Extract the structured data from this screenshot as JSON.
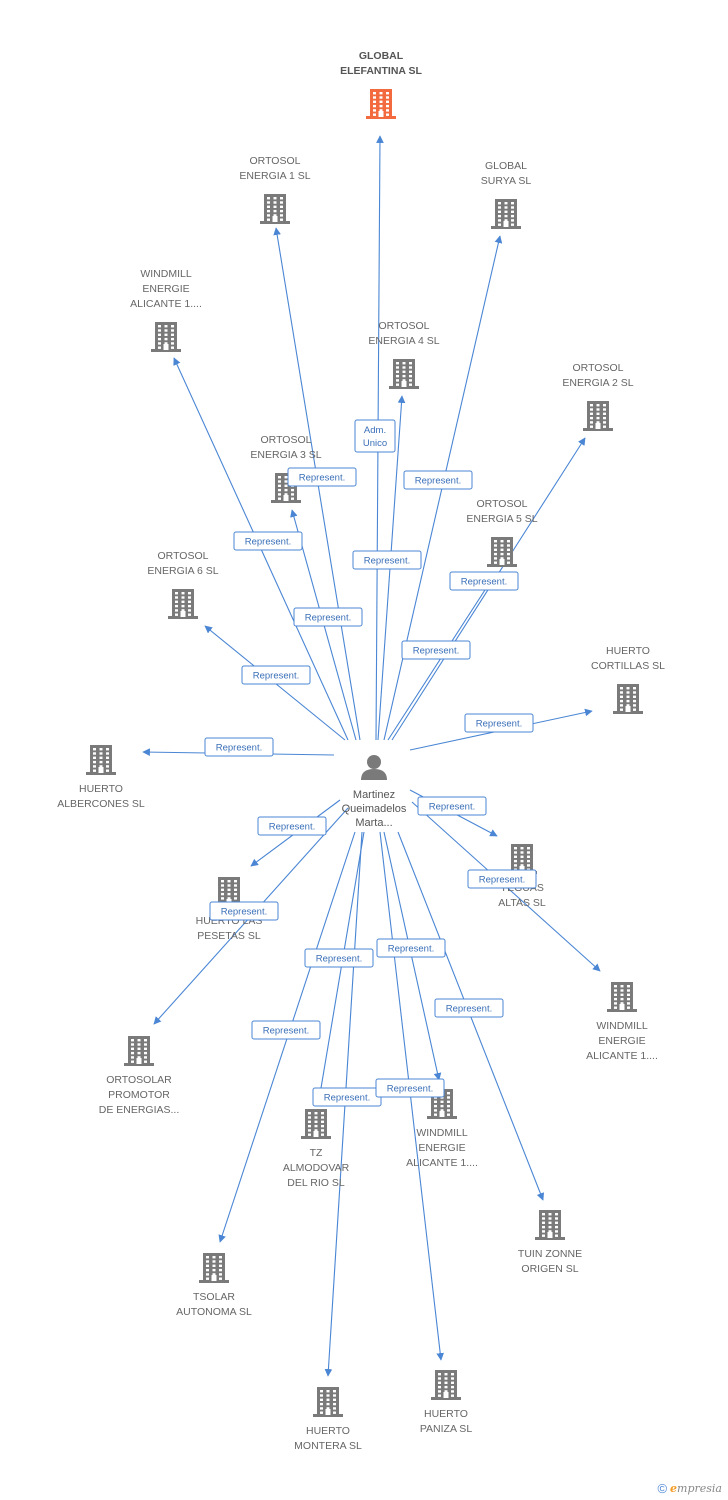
{
  "diagram": {
    "center_person": {
      "lines": [
        "Martinez",
        "Queimadelos",
        "Marta..."
      ]
    },
    "companies": [
      {
        "id": "global-elefantina",
        "lines": [
          "GLOBAL",
          "ELEFANTINA SL"
        ],
        "highlight": true
      },
      {
        "id": "ortosol-1",
        "lines": [
          "ORTOSOL",
          "ENERGIA 1 SL"
        ]
      },
      {
        "id": "global-surya",
        "lines": [
          "GLOBAL",
          "SURYA SL"
        ]
      },
      {
        "id": "windmill-alicante-a",
        "lines": [
          "WINDMILL",
          "ENERGIE",
          "ALICANTE 1...."
        ]
      },
      {
        "id": "ortosol-4",
        "lines": [
          "ORTOSOL",
          "ENERGIA 4 SL"
        ]
      },
      {
        "id": "ortosol-2",
        "lines": [
          "ORTOSOL",
          "ENERGIA 2 SL"
        ]
      },
      {
        "id": "ortosol-3",
        "lines": [
          "ORTOSOL",
          "ENERGIA 3 SL"
        ]
      },
      {
        "id": "ortosol-5",
        "lines": [
          "ORTOSOL",
          "ENERGIA 5 SL"
        ]
      },
      {
        "id": "ortosol-6",
        "lines": [
          "ORTOSOL",
          "ENERGIA 6 SL"
        ]
      },
      {
        "id": "huerto-cortillas",
        "lines": [
          "HUERTO",
          "CORTILLAS SL"
        ]
      },
      {
        "id": "huerto-albercones",
        "lines": [
          "HUERTO",
          "ALBERCONES SL"
        ]
      },
      {
        "id": "huerto-las-pesetas",
        "lines": [
          "HUERTO LAS",
          "PESETAS SL"
        ]
      },
      {
        "id": "yeguas-altas",
        "lines": [
          "YEGUAS",
          "ALTAS SL"
        ]
      },
      {
        "id": "ortosolar-promotor",
        "lines": [
          "ORTOSOLAR",
          "PROMOTOR",
          "DE ENERGIAS..."
        ]
      },
      {
        "id": "windmill-alicante-b",
        "lines": [
          "WINDMILL",
          "ENERGIE",
          "ALICANTE 1...."
        ]
      },
      {
        "id": "windmill-alicante-c",
        "lines": [
          "WINDMILL",
          "ENERGIE",
          "ALICANTE 1...."
        ]
      },
      {
        "id": "tz-almodovar",
        "lines": [
          "TZ",
          "ALMODOVAR",
          "DEL RIO SL"
        ]
      },
      {
        "id": "tuin-zonne",
        "lines": [
          "TUIN ZONNE",
          "ORIGEN SL"
        ]
      },
      {
        "id": "tsolar-autonoma",
        "lines": [
          "TSOLAR",
          "AUTONOMA  SL"
        ]
      },
      {
        "id": "huerto-montera",
        "lines": [
          "HUERTO",
          "MONTERA SL"
        ]
      },
      {
        "id": "huerto-paniza",
        "lines": [
          "HUERTO",
          "PANIZA SL"
        ]
      }
    ],
    "edges": [
      {
        "to": "global-elefantina",
        "label_lines": [
          "Adm.",
          "Unico"
        ]
      },
      {
        "to": "ortosol-1",
        "label_lines": [
          "Represent."
        ]
      },
      {
        "to": "global-surya",
        "label_lines": [
          "Represent."
        ]
      },
      {
        "to": "windmill-alicante-a",
        "label_lines": [
          "Represent."
        ]
      },
      {
        "to": "ortosol-4",
        "label_lines": [
          "Represent."
        ]
      },
      {
        "to": "ortosol-2",
        "label_lines": [
          "Represent."
        ]
      },
      {
        "to": "ortosol-3",
        "label_lines": [
          "Represent."
        ]
      },
      {
        "to": "ortosol-5",
        "label_lines": [
          "Represent."
        ]
      },
      {
        "to": "ortosol-6",
        "label_lines": [
          "Represent."
        ]
      },
      {
        "to": "huerto-cortillas",
        "label_lines": [
          "Represent."
        ]
      },
      {
        "to": "huerto-albercones",
        "label_lines": [
          "Represent."
        ]
      },
      {
        "to": "huerto-las-pesetas",
        "label_lines": [
          "Represent."
        ]
      },
      {
        "to": "yeguas-altas",
        "label_lines": [
          "Represent."
        ]
      },
      {
        "to": "ortosolar-promotor",
        "label_lines": [
          "Represent."
        ]
      },
      {
        "to": "windmill-alicante-b",
        "label_lines": [
          "Represent."
        ]
      },
      {
        "to": "windmill-alicante-c",
        "label_lines": [
          "Represent."
        ]
      },
      {
        "to": "tz-almodovar",
        "label_lines": [
          "Represent."
        ]
      },
      {
        "to": "tuin-zonne",
        "label_lines": [
          "Represent."
        ]
      },
      {
        "to": "tsolar-autonoma",
        "label_lines": [
          "Represent."
        ]
      },
      {
        "to": "huerto-montera",
        "label_lines": [
          "Represent."
        ]
      },
      {
        "to": "huerto-paniza",
        "label_lines": [
          "Represent."
        ]
      }
    ],
    "colors": {
      "edge": "#4a86d4",
      "building": "#7a7a7a",
      "building_highlight": "#f26a3d",
      "person": "#7a7a7a"
    }
  },
  "footer": {
    "copyright_symbol": "©",
    "brand_initial": "e",
    "brand_rest": "mpresia"
  }
}
